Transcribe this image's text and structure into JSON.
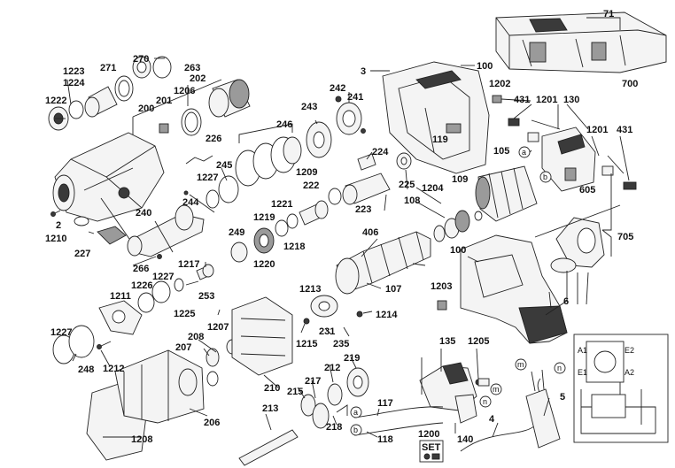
{
  "title": "",
  "labels": [
    {
      "id": "l71",
      "text": "71"
    },
    {
      "id": "l700",
      "text": "700"
    },
    {
      "id": "l3",
      "text": "3"
    },
    {
      "id": "l100a",
      "text": "100"
    },
    {
      "id": "l1202",
      "text": "1202"
    },
    {
      "id": "l431a",
      "text": "431"
    },
    {
      "id": "l1201a",
      "text": "1201"
    },
    {
      "id": "l130",
      "text": "130"
    },
    {
      "id": "l270",
      "text": "270"
    },
    {
      "id": "l1223",
      "text": "1223"
    },
    {
      "id": "l271",
      "text": "271"
    },
    {
      "id": "l263",
      "text": "263"
    },
    {
      "id": "l1224",
      "text": "1224"
    },
    {
      "id": "l202",
      "text": "202"
    },
    {
      "id": "l201",
      "text": "201"
    },
    {
      "id": "l1206",
      "text": "1206"
    },
    {
      "id": "l1222",
      "text": "1222"
    },
    {
      "id": "l200",
      "text": "200"
    },
    {
      "id": "l242",
      "text": "242"
    },
    {
      "id": "l241",
      "text": "241"
    },
    {
      "id": "l243",
      "text": "243"
    },
    {
      "id": "l246",
      "text": "246"
    },
    {
      "id": "l226",
      "text": "226"
    },
    {
      "id": "l119",
      "text": "119"
    },
    {
      "id": "l105",
      "text": "105"
    },
    {
      "id": "l1201b",
      "text": "1201"
    },
    {
      "id": "l431b",
      "text": "431"
    },
    {
      "id": "l224",
      "text": "224"
    },
    {
      "id": "l245",
      "text": "245"
    },
    {
      "id": "l1227a",
      "text": "1227"
    },
    {
      "id": "l1209",
      "text": "1209"
    },
    {
      "id": "l222",
      "text": "222"
    },
    {
      "id": "l225",
      "text": "225"
    },
    {
      "id": "l1204",
      "text": "1204"
    },
    {
      "id": "l109",
      "text": "109"
    },
    {
      "id": "l244",
      "text": "244"
    },
    {
      "id": "l1221",
      "text": "1221"
    },
    {
      "id": "l223",
      "text": "223"
    },
    {
      "id": "l605",
      "text": "605"
    },
    {
      "id": "l240",
      "text": "240"
    },
    {
      "id": "l1219",
      "text": "1219"
    },
    {
      "id": "l108",
      "text": "108"
    },
    {
      "id": "l2",
      "text": "2"
    },
    {
      "id": "l1210",
      "text": "1210"
    },
    {
      "id": "l249",
      "text": "249"
    },
    {
      "id": "l1218",
      "text": "1218"
    },
    {
      "id": "l406",
      "text": "406"
    },
    {
      "id": "l705",
      "text": "705"
    },
    {
      "id": "l227",
      "text": "227"
    },
    {
      "id": "l1220",
      "text": "1220"
    },
    {
      "id": "l100b",
      "text": "100"
    },
    {
      "id": "l266",
      "text": "266"
    },
    {
      "id": "l1217",
      "text": "1217"
    },
    {
      "id": "l1226",
      "text": "1226"
    },
    {
      "id": "l1227b",
      "text": "1227"
    },
    {
      "id": "l253",
      "text": "253"
    },
    {
      "id": "l1203",
      "text": "1203"
    },
    {
      "id": "l107",
      "text": "107"
    },
    {
      "id": "l1211",
      "text": "1211"
    },
    {
      "id": "l1225",
      "text": "1225"
    },
    {
      "id": "l1213",
      "text": "1213"
    },
    {
      "id": "l6",
      "text": "6"
    },
    {
      "id": "l1214",
      "text": "1214"
    },
    {
      "id": "l1207",
      "text": "1207"
    },
    {
      "id": "l231",
      "text": "231"
    },
    {
      "id": "l1227c",
      "text": "1227"
    },
    {
      "id": "l208",
      "text": "208"
    },
    {
      "id": "l1215",
      "text": "1215"
    },
    {
      "id": "l235",
      "text": "235"
    },
    {
      "id": "l135",
      "text": "135"
    },
    {
      "id": "l1205",
      "text": "1205"
    },
    {
      "id": "l207",
      "text": "207"
    },
    {
      "id": "l248",
      "text": "248"
    },
    {
      "id": "l1212",
      "text": "1212"
    },
    {
      "id": "l219",
      "text": "219"
    },
    {
      "id": "l212",
      "text": "212"
    },
    {
      "id": "l217",
      "text": "217"
    },
    {
      "id": "l210",
      "text": "210"
    },
    {
      "id": "l215",
      "text": "215"
    },
    {
      "id": "l5",
      "text": "5"
    },
    {
      "id": "l213",
      "text": "213"
    },
    {
      "id": "l206",
      "text": "206"
    },
    {
      "id": "l117",
      "text": "117"
    },
    {
      "id": "l218",
      "text": "218"
    },
    {
      "id": "l4",
      "text": "4"
    },
    {
      "id": "l1208",
      "text": "1208"
    },
    {
      "id": "l118",
      "text": "118"
    },
    {
      "id": "l1200",
      "text": "1200"
    },
    {
      "id": "l140",
      "text": "140"
    }
  ],
  "callouts": [
    {
      "id": "ca1",
      "text": "a"
    },
    {
      "id": "cb1",
      "text": "b"
    },
    {
      "id": "cm1",
      "text": "m"
    },
    {
      "id": "cn1",
      "text": "n"
    },
    {
      "id": "ca2",
      "text": "a"
    },
    {
      "id": "cb2",
      "text": "b"
    },
    {
      "id": "cm2",
      "text": "m"
    },
    {
      "id": "cn2",
      "text": "n"
    }
  ],
  "set_box": {
    "text": "SET"
  },
  "wiring_terminals": {
    "a1": "A1",
    "e2": "E2",
    "e1": "E1",
    "a2": "A2"
  }
}
